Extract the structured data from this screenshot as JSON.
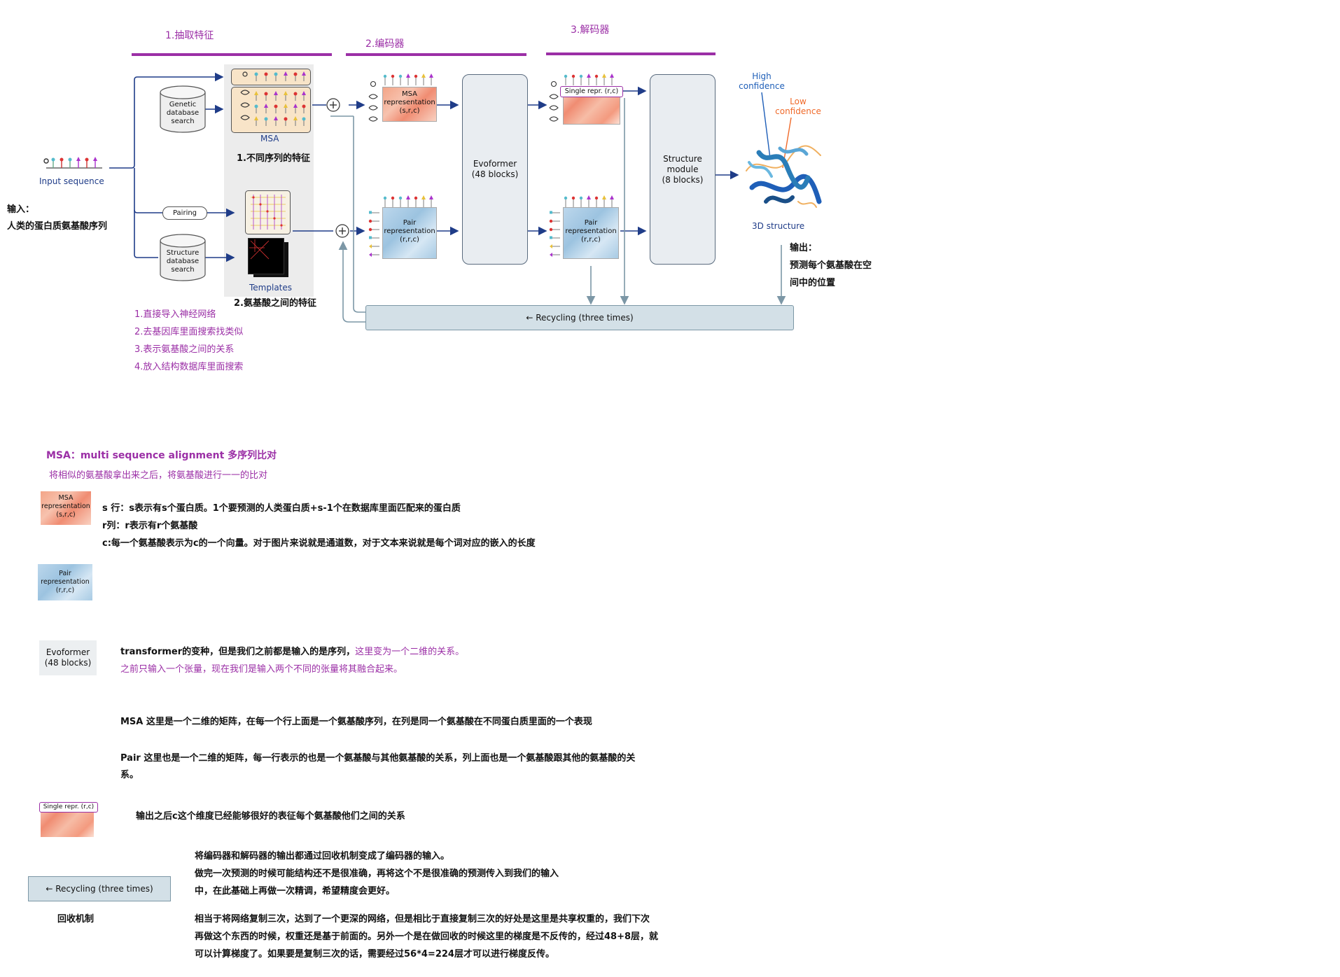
{
  "headers": {
    "h1": "1.抽取特征",
    "h2": "2.编码器",
    "h3": "3.解码器"
  },
  "input": {
    "label": "Input sequence",
    "note_title": "输入：",
    "note_body": "人类的蛋白质氨基酸序列"
  },
  "dbs": {
    "genetic": [
      "Genetic",
      "database",
      "search"
    ],
    "structure": [
      "Structure",
      "database",
      "search"
    ],
    "pairing": "Pairing"
  },
  "features": {
    "msa_label": "MSA",
    "msa_caption": "1.不同序列的特征",
    "templates_label": "Templates",
    "templates_caption": "2.氨基酸之间的特征"
  },
  "encoder": {
    "msa_rep": [
      "MSA",
      "representation",
      "(s,r,c)"
    ],
    "pair_rep": [
      "Pair",
      "representation",
      "(r,r,c)"
    ],
    "evoformer": [
      "Evoformer",
      "(48 blocks)"
    ]
  },
  "decoder": {
    "single_rep": "Single repr. (r,c)",
    "pair_rep": [
      "Pair",
      "representation",
      "(r,r,c)"
    ],
    "structure_module": [
      "Structure",
      "module",
      "(8 blocks)"
    ]
  },
  "output": {
    "high_conf": [
      "High",
      "confidence"
    ],
    "low_conf": [
      "Low",
      "confidence"
    ],
    "structure_label": "3D structure",
    "note_title": "输出：",
    "note_lines": [
      "预测每个氨基酸在空",
      "间中的位置"
    ]
  },
  "recycling": "← Recycling (three times)",
  "steps": [
    "1.直接导入神经网络",
    "2.去基因库里面搜索找类似",
    "3.表示氨基酸之间的关系",
    "4.放入结构数据库里面搜索"
  ],
  "explain": {
    "msa_title": "MSA：multi sequence alignment 多序列比对",
    "msa_sub": "将相似的氨基酸拿出来之后，将氨基酸进行一一的比对",
    "s_line": "s 行：s表示有s个蛋白质。1个要预测的人类蛋白质+s-1个在数据库里面匹配来的蛋白质",
    "r_line": "r列：r表示有r个氨基酸",
    "c_line": "c:每一个氨基酸表示为c的一个向量。对于图片来说就是通道数，对于文本来说就是每个词对应的嵌入的长度",
    "evo_a": "transformer的变种，但是我们之前都是输入的是序列，",
    "evo_b": "这里变为一个二维的关系。",
    "evo_c": "之前只输入一个张量，现在我们是输入两个不同的张量将其融合起来。",
    "msa_matrix": "MSA 这里是一个二维的矩阵，在每一个行上面是一个氨基酸序列，在列是同一个氨基酸在不同蛋白质里面的一个表现",
    "pair_matrix_1": "Pair 这里也是一个二维的矩阵，每一行表示的也是一个氨基酸与其他氨基酸的关系，列上面也是一个氨基酸跟其他的氨基酸的关",
    "pair_matrix_2": "系。",
    "single_out": "输出之后c这个维度已经能够很好的表征每个氨基酸他们之间的关系",
    "recycle_1": "将编码器和解码器的输出都通过回收机制变成了编码器的输入。",
    "recycle_2": "做完一次预测的时候可能结构还不是很准确，再将这个不是很准确的预测传入到我们的输入",
    "recycle_3": "中，在此基础上再做一次精调，希望精度会更好。",
    "recycle_label": "回收机制",
    "recycle_4": "相当于将网络复制三次，达到了一个更深的网络，但是相比于直接复制三次的好处是这里是共享权重的，我们下次",
    "recycle_5": "再做这个东西的时候，权重还是基于前面的。另外一个是在做回收的时候这里的梯度是不反传的，经过48+8层，就",
    "recycle_6": "可以计算梯度了。如果要是复制三次的话，需要经过56*4=224层才可以进行梯度反传。"
  },
  "colors": {
    "purple": "#9b2fa6",
    "navy": "#1f3c88",
    "msa_red": "#f08c72",
    "pair_blue": "#9cc3e0",
    "high_conf": "#1f5fb8",
    "low_conf": "#f06a2a"
  }
}
